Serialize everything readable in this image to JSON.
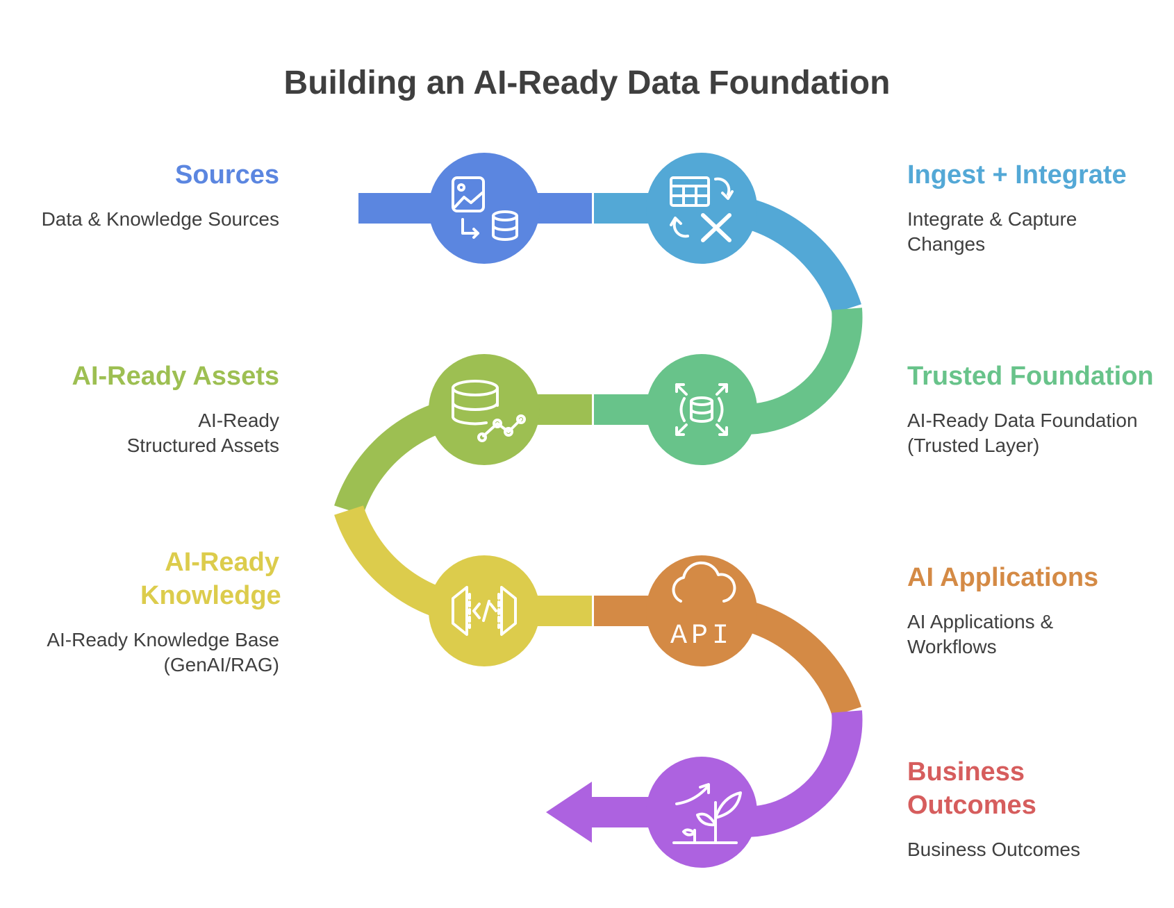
{
  "title": "Building an AI-Ready Data Foundation",
  "steps": [
    {
      "heading": "Sources",
      "description": "Data & Knowledge Sources",
      "color": "#5b86e0",
      "icon": "image-database-icon"
    },
    {
      "heading": "Ingest + Integrate",
      "description": "Integrate & Capture Changes",
      "color": "#53a8d6",
      "icon": "table-transform-icon"
    },
    {
      "heading": "Trusted Foundation",
      "description": "AI-Ready Data Foundation (Trusted Layer)",
      "color": "#68c38a",
      "icon": "database-expand-icon"
    },
    {
      "heading": "AI-Ready Assets",
      "description": "AI-Ready Structured Assets",
      "color": "#9dbf52",
      "icon": "database-network-icon"
    },
    {
      "heading": "AI-Ready Knowledge",
      "description": "AI-Ready Knowledge Base (GenAI/RAG)",
      "color": "#dccc4c",
      "icon": "code-brackets-icon"
    },
    {
      "heading": "AI Applications",
      "description": "AI Applications & Workflows",
      "color": "#d48a45",
      "icon": "cloud-api-icon"
    },
    {
      "heading": "Business Outcomes",
      "description": "Business Outcomes",
      "color": "#d65d5d",
      "icon": "growth-plant-icon"
    }
  ],
  "api_icon_text": "API",
  "path_colors": {
    "outcomes_path": "#ad62e0"
  }
}
